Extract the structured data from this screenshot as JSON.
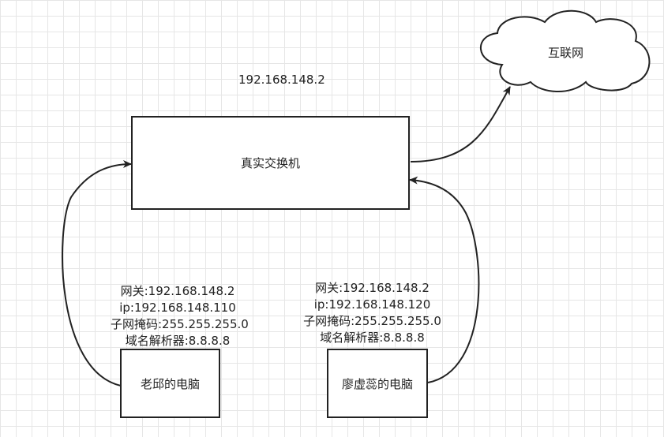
{
  "switch": {
    "ip": "192.168.148.2",
    "label": "真实交换机"
  },
  "internet": {
    "label": "互联网"
  },
  "pc_left": {
    "label": "老邱的电脑",
    "lines": [
      "网关:192.168.148.2",
      "ip:192.168.148.110",
      "子网掩码:255.255.255.0",
      "域名解析器:8.8.8.8"
    ]
  },
  "pc_right": {
    "label": "廖虚蕊的电脑",
    "lines": [
      "网关:192.168.148.2",
      "ip:192.168.148.120",
      "子网掩码:255.255.255.0",
      "域名解析器:8.8.8.8"
    ]
  },
  "colors": {
    "stroke": "#222222",
    "grid": "#e6e6e6",
    "background": "#ffffff"
  }
}
